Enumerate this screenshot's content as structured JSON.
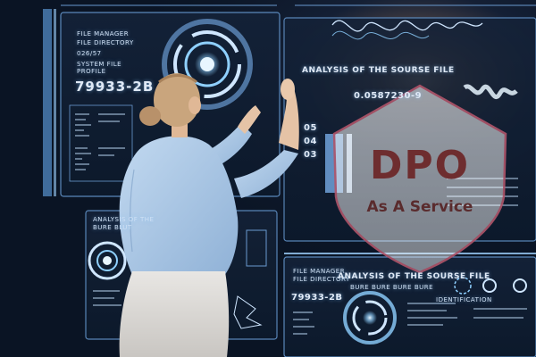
{
  "badge": {
    "title": "DPO",
    "subtitle": "As A Service"
  },
  "hud_left_panel": {
    "line1": "FILE MANAGER",
    "line2": "FILE DIRECTORY",
    "line3": "026/57",
    "line4": "SYSTEM FILE",
    "line5": "PROFILE",
    "code": "79933-2B"
  },
  "hud_main_panel": {
    "title": "ANALYSIS OF THE SOURSE FILE",
    "reading": "0.0587230-9",
    "scale": [
      "05",
      "04",
      "03"
    ]
  },
  "hud_lower_left_panel": {
    "title": "ANALYSIS OF THE",
    "subtitle": "BURE BLUT"
  },
  "hud_lower_right_panel": {
    "line1": "FILE MANAGER",
    "line2": "FILE DIRECTORY",
    "title": "ANALYSIS OF THE SOURSE FILE",
    "subtitle": "BURE BURE BURE BURE",
    "code": "79933-2B",
    "side_label": "IDENTIFICATION"
  },
  "colors": {
    "background": "#0a1424",
    "hud_glow": "#8fd0ff",
    "badge_text": "#6e2d2f",
    "shirt": "#a9c7e6"
  }
}
